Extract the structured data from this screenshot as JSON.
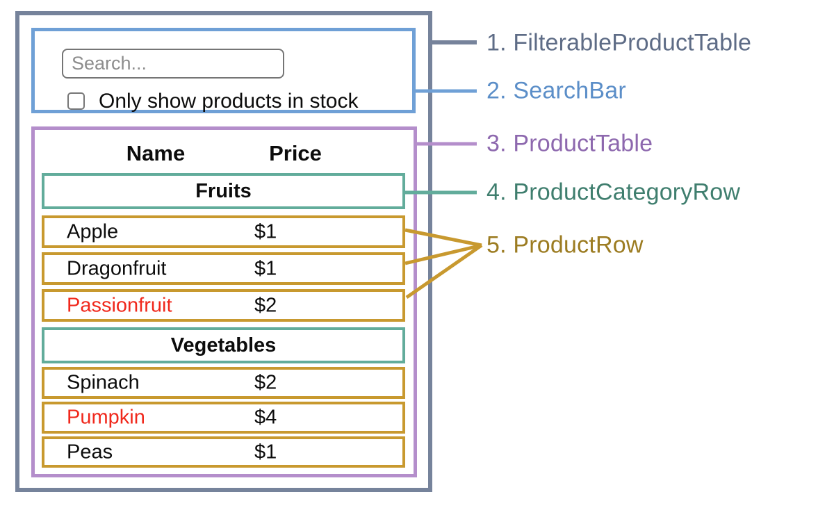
{
  "colors": {
    "filterable_product_table": "#76839b",
    "search_bar": "#6fa0d6",
    "product_table": "#b48ecb",
    "product_category_row": "#62ac9b",
    "product_row": "#c8992f",
    "out_of_stock_text": "#f0281c"
  },
  "search_bar": {
    "input_placeholder": "Search...",
    "input_value": "",
    "checkbox_label": "Only show products in stock",
    "checkbox_checked": false
  },
  "product_table": {
    "headers": {
      "name": "Name",
      "price": "Price"
    },
    "sections": [
      {
        "category": "Fruits",
        "rows": [
          {
            "name": "Apple",
            "price": "$1",
            "in_stock": true
          },
          {
            "name": "Dragonfruit",
            "price": "$1",
            "in_stock": true
          },
          {
            "name": "Passionfruit",
            "price": "$2",
            "in_stock": false
          }
        ]
      },
      {
        "category": "Vegetables",
        "rows": [
          {
            "name": "Spinach",
            "price": "$2",
            "in_stock": true
          },
          {
            "name": "Pumpkin",
            "price": "$4",
            "in_stock": false
          },
          {
            "name": "Peas",
            "price": "$1",
            "in_stock": true
          }
        ]
      }
    ]
  },
  "legend": {
    "items": [
      {
        "label": "1. FilterableProductTable"
      },
      {
        "label": "2. SearchBar"
      },
      {
        "label": "3. ProductTable"
      },
      {
        "label": "4. ProductCategoryRow"
      },
      {
        "label": "5. ProductRow"
      }
    ]
  }
}
